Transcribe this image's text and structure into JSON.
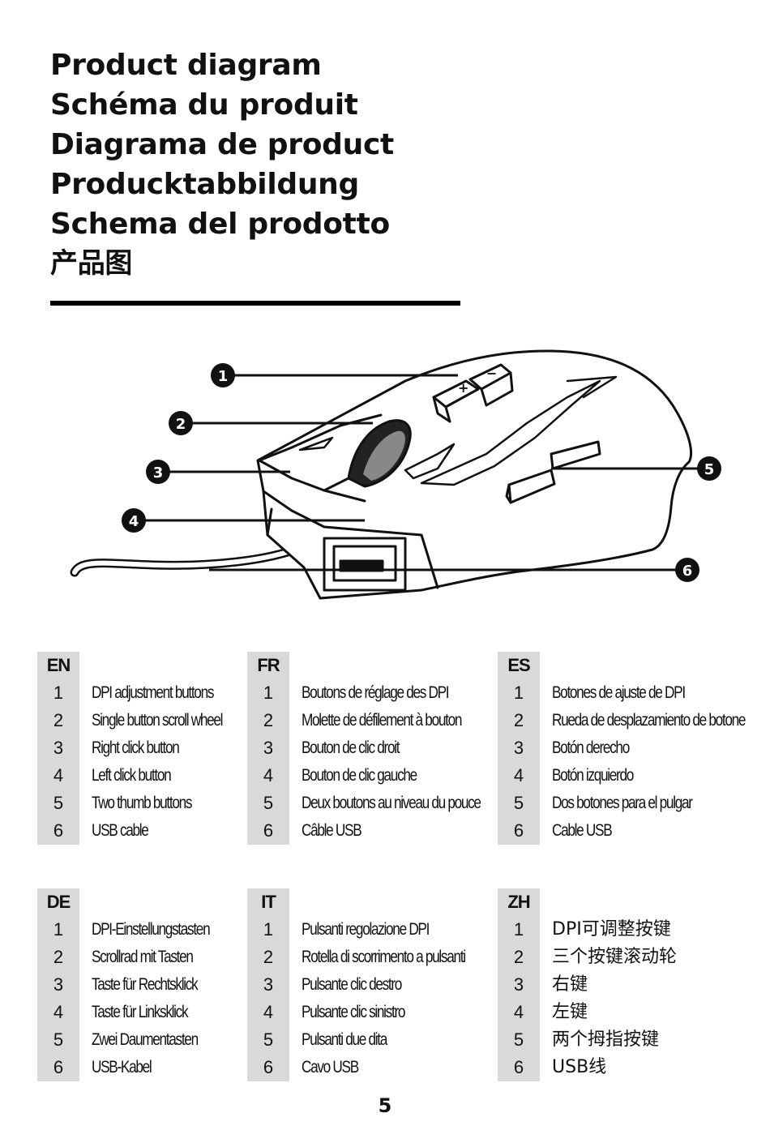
{
  "titles": [
    "Product diagram",
    "Schéma du produit",
    "Diagrama de product",
    "Producktabbildung",
    "Schema del prodotto",
    "产品图"
  ],
  "callouts": [
    "1",
    "2",
    "3",
    "4",
    "5",
    "6"
  ],
  "legend": [
    {
      "lang": "EN",
      "items": [
        {
          "n": "1",
          "t": "DPI adjustment buttons"
        },
        {
          "n": "2",
          "t": "Single button scroll wheel"
        },
        {
          "n": "3",
          "t": "Right click button"
        },
        {
          "n": "4",
          "t": "Left click button"
        },
        {
          "n": "5",
          "t": "Two thumb buttons"
        },
        {
          "n": "6",
          "t": "USB cable"
        }
      ]
    },
    {
      "lang": "FR",
      "items": [
        {
          "n": "1",
          "t": "Boutons de réglage des DPI"
        },
        {
          "n": "2",
          "t": "Molette de défilement à bouton"
        },
        {
          "n": "3",
          "t": "Bouton de clic droit"
        },
        {
          "n": "4",
          "t": "Bouton de clic gauche"
        },
        {
          "n": "5",
          "t": "Deux boutons au niveau du pouce"
        },
        {
          "n": "6",
          "t": "Câble USB"
        }
      ]
    },
    {
      "lang": "ES",
      "items": [
        {
          "n": "1",
          "t": "Botones de ajuste de DPI"
        },
        {
          "n": "2",
          "t": "Rueda de desplazamiento de botone"
        },
        {
          "n": "3",
          "t": "Botón derecho"
        },
        {
          "n": "4",
          "t": "Botón izquierdo"
        },
        {
          "n": "5",
          "t": "Dos botones para el pulgar"
        },
        {
          "n": "6",
          "t": "Cable USB"
        }
      ]
    },
    {
      "lang": "DE",
      "items": [
        {
          "n": "1",
          "t": "DPI-Einstellungstasten"
        },
        {
          "n": "2",
          "t": "Scrollrad mit Tasten"
        },
        {
          "n": "3",
          "t": "Taste für Rechtsklick"
        },
        {
          "n": "4",
          "t": "Taste für Linksklick"
        },
        {
          "n": "5",
          "t": "Zwei Daumentasten"
        },
        {
          "n": "6",
          "t": "USB-Kabel"
        }
      ]
    },
    {
      "lang": "IT",
      "items": [
        {
          "n": "1",
          "t": "Pulsanti regolazione DPI"
        },
        {
          "n": "2",
          "t": "Rotella di scorrimento a pulsanti"
        },
        {
          "n": "3",
          "t": "Pulsante clic destro"
        },
        {
          "n": "4",
          "t": "Pulsante clic sinistro"
        },
        {
          "n": "5",
          "t": "Pulsanti due dita"
        },
        {
          "n": "6",
          "t": "Cavo USB"
        }
      ]
    },
    {
      "lang": "ZH",
      "items": [
        {
          "n": "1",
          "t": "DPI可调整按键"
        },
        {
          "n": "2",
          "t": "三个按键滚动轮"
        },
        {
          "n": "3",
          "t": "右键"
        },
        {
          "n": "4",
          "t": "左键"
        },
        {
          "n": "5",
          "t": "两个拇指按键"
        },
        {
          "n": "6",
          "t": "USB线"
        }
      ]
    }
  ],
  "page_number": "5"
}
